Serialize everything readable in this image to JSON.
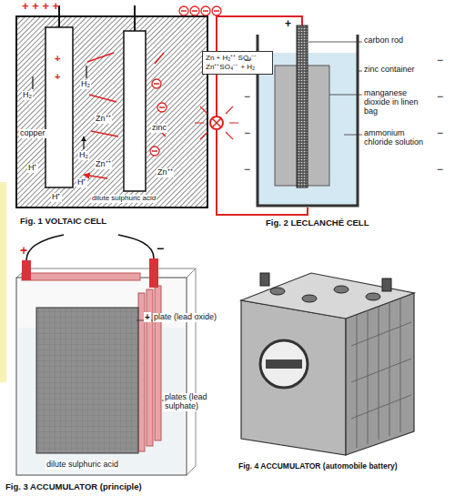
{
  "diagram": {
    "nodes": [
      {
        "text": [
          "Zn + H₂⁺⁺ SO₄⁻⁻ Zn⁺⁺SO₄⁻⁻ + H₂"
        ]
      }
    ],
    "labels": [
      "+ + + +",
      "copper",
      "zinc",
      "H₂",
      "H₂",
      "H₂",
      "H⁺",
      "H⁺",
      "H⁺",
      "Zn⁺⁺",
      "Zn⁺⁺",
      "Zn⁺⁺",
      "+",
      "+",
      "dilute sulphuric acid",
      "Fig. 1 VOLTAIC CELL",
      "+",
      "carbon rod",
      "zinc container",
      "manganese dioxide in linen bag",
      "ammonium chloride solution",
      "−",
      "−",
      "−",
      "−",
      "−",
      "−",
      "−",
      "−",
      "Fig. 2 LECLANCHÉ CELL",
      "+",
      "−",
      "+",
      "plate (lead oxide)",
      "plates (lead sulphate)",
      "dilute sulphuric acid",
      "Fig. 3 ACCUMULATOR (principle)",
      "Fig. 4 ACCUMULATOR (automobile battery)"
    ]
  }
}
